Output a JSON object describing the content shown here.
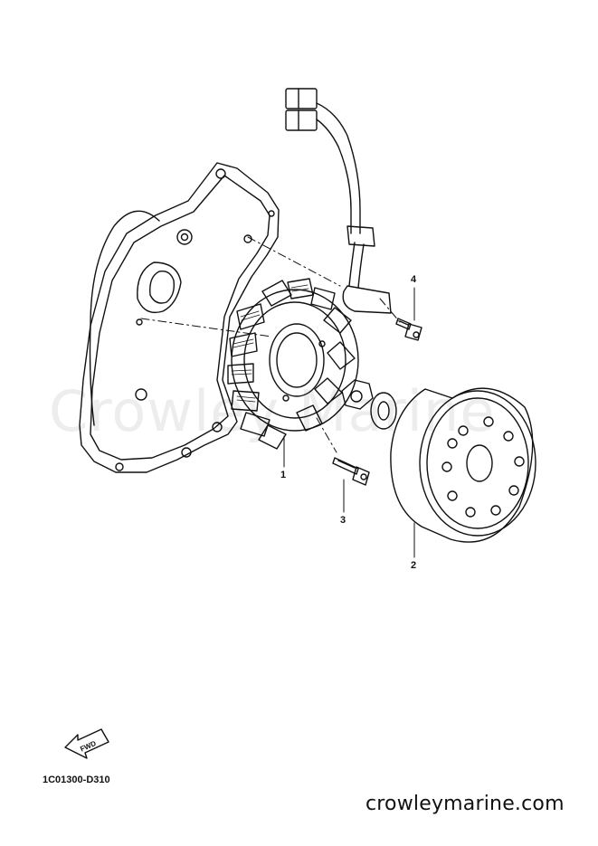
{
  "diagram": {
    "callouts": [
      {
        "number": "1",
        "part": "stator"
      },
      {
        "number": "2",
        "part": "rotor"
      },
      {
        "number": "3",
        "part": "bolt"
      },
      {
        "number": "4",
        "part": "bolt"
      }
    ],
    "fwd_label": "FWD",
    "drawing_code": "1C01300-D310"
  },
  "footer": {
    "site": "crowleymarine.com"
  },
  "watermark": {
    "text": "Crowley Marine"
  },
  "colors": {
    "line": "#111111",
    "background": "#ffffff"
  }
}
